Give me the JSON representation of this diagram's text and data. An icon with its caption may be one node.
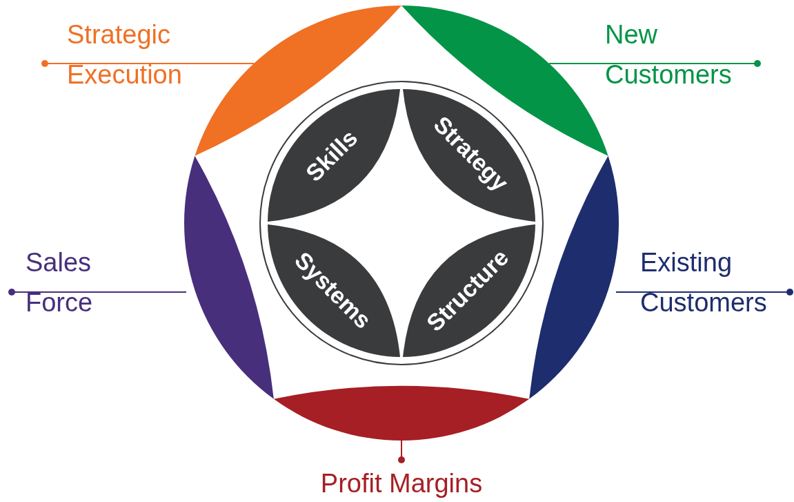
{
  "diagram": {
    "nodes": [
      {
        "text": [
          "Strategic Execution"
        ]
      },
      {
        "text": [
          "New Customers"
        ]
      },
      {
        "text": [
          "Sales Force"
        ]
      },
      {
        "text": [
          "Existing Customers"
        ]
      },
      {
        "text": [
          "Profit Margins"
        ]
      },
      {
        "text": [],
        "shape": "segment"
      },
      {
        "text": [],
        "shape": "segment"
      },
      {
        "text": [],
        "shape": "segment"
      },
      {
        "text": [],
        "shape": "segment"
      },
      {
        "text": [],
        "shape": "segment"
      },
      {
        "text": [
          "Skills"
        ]
      },
      {
        "text": [
          "Strategy"
        ]
      },
      {
        "text": [
          "Systems"
        ]
      },
      {
        "text": [
          "Structure"
        ]
      }
    ],
    "edges": [
      {
        "from": 0,
        "to": 5,
        "arrow": "other",
        "color": "#f07024"
      },
      {
        "from": 1,
        "to": 6,
        "arrow": "other",
        "color": "#049447"
      },
      {
        "from": 2,
        "to": 7,
        "arrow": "other",
        "color": "#472f7c"
      },
      {
        "from": 3,
        "to": 8,
        "arrow": "other",
        "color": "#1e2d6e"
      },
      {
        "from": 4,
        "to": 9,
        "arrow": "other",
        "color": "#a61f24"
      }
    ]
  }
}
